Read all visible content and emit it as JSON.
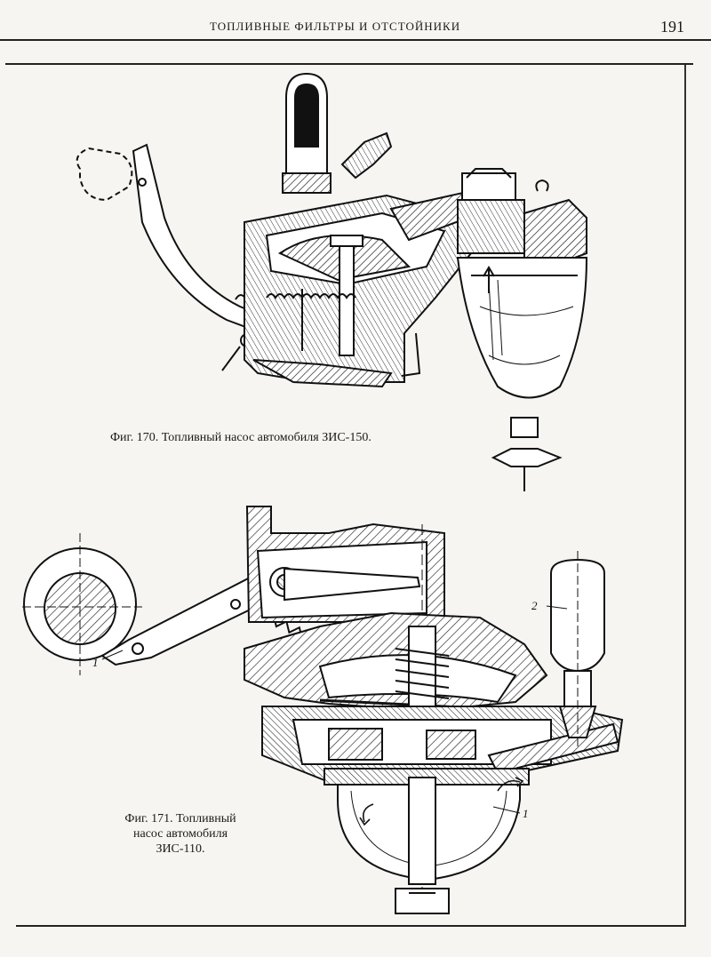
{
  "header": {
    "running_title": "ТОПЛИВНЫЕ ФИЛЬТРЫ И ОТСТОЙНИКИ",
    "page_number": "191"
  },
  "figures": [
    {
      "id": "fig170",
      "caption": "Фиг. 170. Топливный насос автомобиля ЗИС-150.",
      "callouts": []
    },
    {
      "id": "fig171",
      "caption_lines": [
        "Фиг. 171. Топливный",
        "насос автомобиля",
        "ЗИС-110."
      ],
      "callouts": [
        "2",
        "1",
        "1"
      ]
    }
  ]
}
